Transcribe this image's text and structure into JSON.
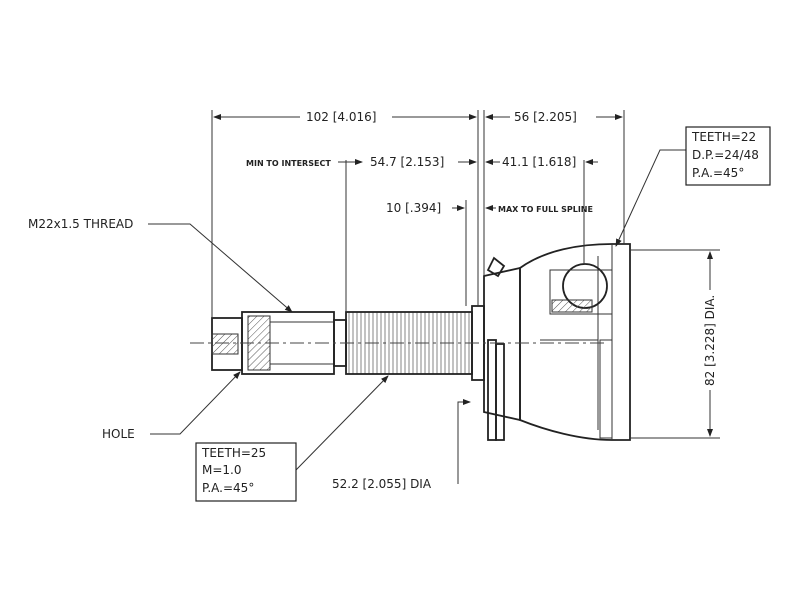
{
  "dimensions": {
    "overall_length": "102 [4.016]",
    "outer_length": "56 [2.205]",
    "min_to_intersect_label": "MIN TO INTERSECT",
    "intersect_length": "54.7 [2.153]",
    "spline_to_face": "41.1 [1.618]",
    "shoulder": "10 [.394]",
    "max_full_spline_label": "MAX TO FULL SPLINE",
    "outer_diameter": "82 [3.228] DIA.",
    "ring_diameter": "52.2 [2.055] DIA"
  },
  "callouts": {
    "thread": "M22x1.5 THREAD",
    "hole": "HOLE"
  },
  "spline_inner": {
    "line1": "TEETH=25",
    "line2": "M=1.0",
    "line3": "P.A.=45°"
  },
  "spline_outer": {
    "line1": "TEETH=22",
    "line2": "D.P.=24/48",
    "line3": "P.A.=45°"
  }
}
